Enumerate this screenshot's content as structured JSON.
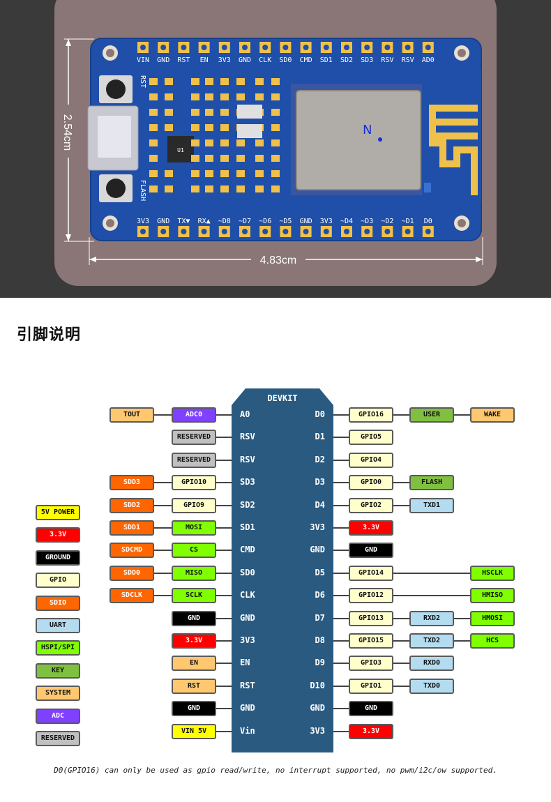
{
  "board": {
    "top_pins": [
      "VIN",
      "GND",
      "RST",
      "EN",
      "3V3",
      "GND",
      "CLK",
      "SD0",
      "CMD",
      "SD1",
      "SD2",
      "SD3",
      "RSV",
      "RSV",
      "AD0"
    ],
    "bottom_pins": [
      "3V3",
      "GND",
      "TX▼",
      "RX▲",
      "~D8",
      "~D7",
      "~D6",
      "~D5",
      "GND",
      "3V3",
      "~D4",
      "~D3",
      "~D2",
      "~D1",
      "D0"
    ],
    "height_dim": "2.54cm",
    "width_dim": "4.83cm",
    "btn_rst": "RST",
    "btn_flash": "FLASH",
    "chip_label": "U1"
  },
  "section_title": "引脚说明",
  "devkit": {
    "title": "DEVKIT",
    "left_pins": [
      "A0",
      "RSV",
      "RSV",
      "SD3",
      "SD2",
      "SD1",
      "CMD",
      "SD0",
      "CLK",
      "GND",
      "3V3",
      "EN",
      "RST",
      "GND",
      "Vin"
    ],
    "right_pins": [
      "D0",
      "D1",
      "D2",
      "D3",
      "D4",
      "3V3",
      "GND",
      "D5",
      "D6",
      "D7",
      "D8",
      "D9",
      "D10",
      "GND",
      "3V3"
    ]
  },
  "legend": [
    {
      "label": "5V POWER",
      "color": "#ffff00"
    },
    {
      "label": "3.3V",
      "color": "#ff0000",
      "dark": true
    },
    {
      "label": "GROUND",
      "color": "#000000",
      "dark": true
    },
    {
      "label": "GPIO",
      "color": "#ffffcc"
    },
    {
      "label": "SDIO",
      "color": "#ff6600",
      "dark": true
    },
    {
      "label": "UART",
      "color": "#b4dcf0"
    },
    {
      "label": "HSPI/SPI",
      "color": "#80ff00"
    },
    {
      "label": "KEY",
      "color": "#80c040"
    },
    {
      "label": "SYSTEM",
      "color": "#ffc870"
    },
    {
      "label": "ADC",
      "color": "#8040ff",
      "dark": true
    },
    {
      "label": "RESERVED",
      "color": "#c0c0c0"
    }
  ],
  "left_rows": [
    {
      "inner": {
        "label": "ADC0",
        "color": "#8040ff",
        "dark": true
      },
      "outer": {
        "label": "TOUT",
        "color": "#ffc870"
      }
    },
    {
      "inner": {
        "label": "RESERVED",
        "color": "#c0c0c0"
      }
    },
    {
      "inner": {
        "label": "RESERVED",
        "color": "#c0c0c0"
      }
    },
    {
      "inner": {
        "label": "GPIO10",
        "color": "#ffffcc"
      },
      "outer": {
        "label": "SDD3",
        "color": "#ff6600",
        "dark": true
      }
    },
    {
      "inner": {
        "label": "GPIO9",
        "color": "#ffffcc"
      },
      "outer": {
        "label": "SDD2",
        "color": "#ff6600",
        "dark": true
      }
    },
    {
      "inner": {
        "label": "MOSI",
        "color": "#80ff00"
      },
      "outer": {
        "label": "SDD1",
        "color": "#ff6600",
        "dark": true
      }
    },
    {
      "inner": {
        "label": "CS",
        "color": "#80ff00"
      },
      "outer": {
        "label": "SDCMD",
        "color": "#ff6600",
        "dark": true
      }
    },
    {
      "inner": {
        "label": "MISO",
        "color": "#80ff00"
      },
      "outer": {
        "label": "SDD0",
        "color": "#ff6600",
        "dark": true
      }
    },
    {
      "inner": {
        "label": "SCLK",
        "color": "#80ff00"
      },
      "outer": {
        "label": "SDCLK",
        "color": "#ff6600",
        "dark": true
      }
    },
    {
      "inner": {
        "label": "GND",
        "color": "#000000",
        "dark": true
      }
    },
    {
      "inner": {
        "label": "3.3V",
        "color": "#ff0000",
        "dark": true
      }
    },
    {
      "inner": {
        "label": "EN",
        "color": "#ffc870"
      }
    },
    {
      "inner": {
        "label": "RST",
        "color": "#ffc870"
      }
    },
    {
      "inner": {
        "label": "GND",
        "color": "#000000",
        "dark": true
      }
    },
    {
      "inner": {
        "label": "VIN 5V",
        "color": "#ffff00"
      }
    }
  ],
  "right_rows": [
    {
      "inner": {
        "label": "GPIO16",
        "color": "#ffffcc"
      },
      "mid": {
        "label": "USER",
        "color": "#80c040"
      },
      "outer": {
        "label": "WAKE",
        "color": "#ffc870"
      }
    },
    {
      "inner": {
        "label": "GPIO5",
        "color": "#ffffcc"
      }
    },
    {
      "inner": {
        "label": "GPIO4",
        "color": "#ffffcc"
      }
    },
    {
      "inner": {
        "label": "GPIO0",
        "color": "#ffffcc"
      },
      "mid": {
        "label": "FLASH",
        "color": "#80c040"
      }
    },
    {
      "inner": {
        "label": "GPIO2",
        "color": "#ffffcc"
      },
      "mid": {
        "label": "TXD1",
        "color": "#b4dcf0"
      }
    },
    {
      "inner": {
        "label": "3.3V",
        "color": "#ff0000",
        "dark": true
      }
    },
    {
      "inner": {
        "label": "GND",
        "color": "#000000",
        "dark": true
      }
    },
    {
      "inner": {
        "label": "GPIO14",
        "color": "#ffffcc"
      },
      "outer": {
        "label": "HSCLK",
        "color": "#80ff00"
      }
    },
    {
      "inner": {
        "label": "GPIO12",
        "color": "#ffffcc"
      },
      "outer": {
        "label": "HMISO",
        "color": "#80ff00"
      }
    },
    {
      "inner": {
        "label": "GPIO13",
        "color": "#ffffcc"
      },
      "mid": {
        "label": "RXD2",
        "color": "#b4dcf0"
      },
      "outer": {
        "label": "HMOSI",
        "color": "#80ff00"
      }
    },
    {
      "inner": {
        "label": "GPIO15",
        "color": "#ffffcc"
      },
      "mid": {
        "label": "TXD2",
        "color": "#b4dcf0"
      },
      "outer": {
        "label": "HCS",
        "color": "#80ff00"
      }
    },
    {
      "inner": {
        "label": "GPIO3",
        "color": "#ffffcc"
      },
      "mid": {
        "label": "RXD0",
        "color": "#b4dcf0"
      }
    },
    {
      "inner": {
        "label": "GPIO1",
        "color": "#ffffcc"
      },
      "mid": {
        "label": "TXD0",
        "color": "#b4dcf0"
      }
    },
    {
      "inner": {
        "label": "GND",
        "color": "#000000",
        "dark": true
      }
    },
    {
      "inner": {
        "label": "3.3V",
        "color": "#ff0000",
        "dark": true
      }
    }
  ],
  "footnote": "D0(GPIO16) can only be used as gpio read/write, no interrupt supported, no pwm/i2c/ow supported."
}
